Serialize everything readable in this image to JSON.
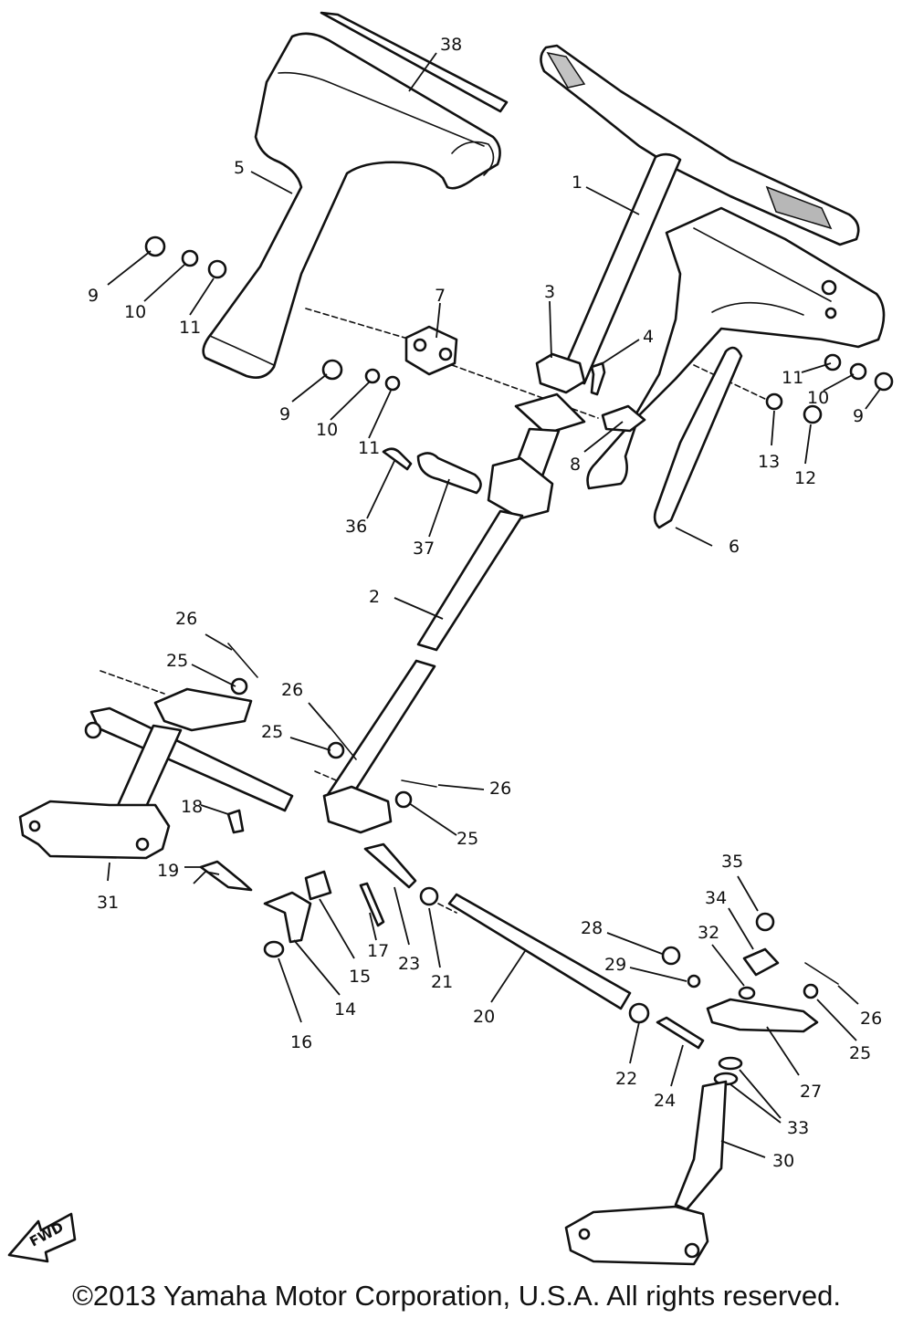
{
  "callouts": [
    "38",
    "5",
    "1",
    "9",
    "10",
    "11",
    "7",
    "3",
    "4",
    "11",
    "10",
    "9",
    "9",
    "10",
    "11",
    "8",
    "13",
    "12",
    "36",
    "37",
    "6",
    "2",
    "26",
    "25",
    "26",
    "25",
    "26",
    "25",
    "18",
    "19",
    "31",
    "17",
    "15",
    "23",
    "21",
    "14",
    "16",
    "20",
    "35",
    "34",
    "28",
    "32",
    "29",
    "26",
    "25",
    "22",
    "24",
    "27",
    "33",
    "30"
  ],
  "fwd_label": "FWD",
  "copyright": "©2013 Yamaha Motor Corporation, U.S.A. All rights reserved."
}
